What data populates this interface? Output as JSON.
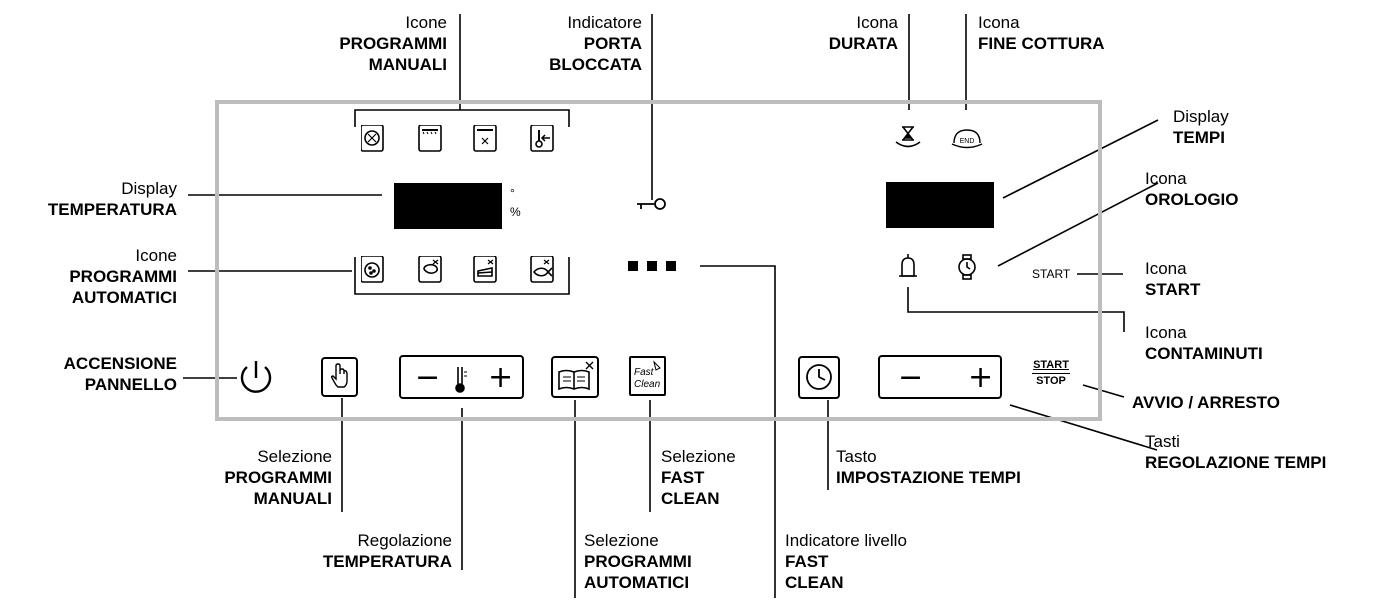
{
  "labels": {
    "icone_prog_manuali": {
      "line1": "Icone",
      "line2": "PROGRAMMI",
      "line3": "MANUALI"
    },
    "indicatore_porta": {
      "line1": "Indicatore",
      "line2": "PORTA",
      "line3": "BLOCCATA"
    },
    "icona_durata": {
      "line1": "Icona",
      "line2": "DURATA"
    },
    "icona_fine_cottura": {
      "line1": "Icona",
      "line2": "FINE COTTURA"
    },
    "display_tempi": {
      "line1": "Display",
      "line2": "TEMPI"
    },
    "icona_orologio": {
      "line1": "Icona",
      "line2": "OROLOGIO"
    },
    "display_temperatura": {
      "line1": "Display",
      "line2": "TEMPERATURA"
    },
    "icone_prog_automatici": {
      "line1": "Icone",
      "line2": "PROGRAMMI",
      "line3": "AUTOMATICI"
    },
    "icona_start": {
      "line1": "Icona",
      "line2": "START"
    },
    "icona_contaminuti": {
      "line1": "Icona",
      "line2": "CONTAMINUTI"
    },
    "accensione_pannello": {
      "line1": "ACCENSIONE",
      "line2": "PANNELLO"
    },
    "avvio_arresto": {
      "line1": "AVVIO / ARRESTO"
    },
    "tasti_regolazione_tempi": {
      "line1": "Tasti",
      "line2": "REGOLAZIONE TEMPI"
    },
    "selezione_prog_manuali": {
      "line1": "Selezione",
      "line2": "PROGRAMMI",
      "line3": "MANUALI"
    },
    "selezione_fast_clean": {
      "line1": "Selezione",
      "line2": "FAST",
      "line3": "CLEAN"
    },
    "tasto_impostazione_tempi": {
      "line1": "Tasto",
      "line2": "IMPOSTAZIONE TEMPI"
    },
    "regolazione_temperatura": {
      "line1": "Regolazione",
      "line2": "TEMPERATURA"
    },
    "selezione_prog_automatici": {
      "line1": "Selezione",
      "line2": "PROGRAMMI",
      "line3": "AUTOMATICI"
    },
    "indicatore_livello_fast_clean": {
      "line1": "Indicatore livello",
      "line2": "FAST",
      "line3": "CLEAN"
    }
  },
  "panel": {
    "degree_symbol": "°",
    "percent_symbol": "%",
    "start_text": "START",
    "startstop_top": "START",
    "startstop_bottom": "STOP",
    "minus": "−",
    "plus": "+",
    "end_text": "END",
    "fast_text": "Fast",
    "clean_text": "Clean"
  }
}
